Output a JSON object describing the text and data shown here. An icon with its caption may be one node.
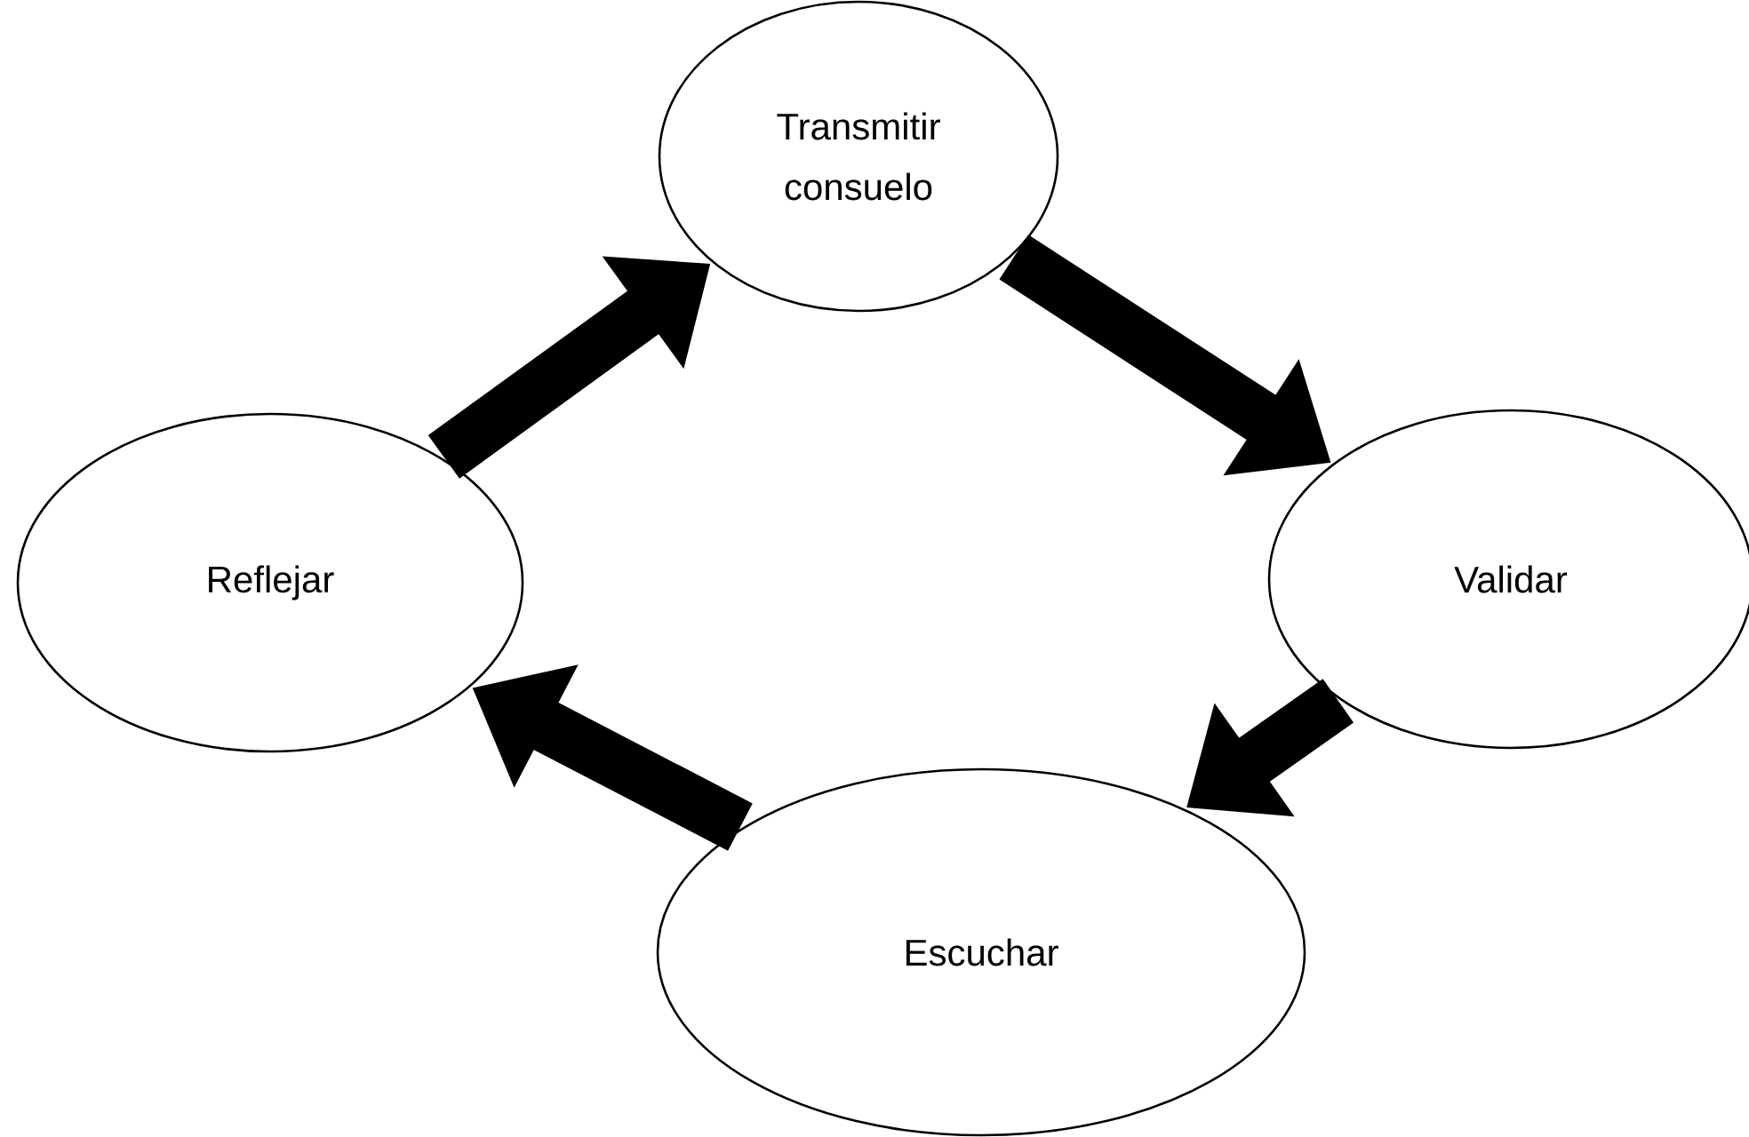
{
  "diagram": {
    "nodes": [
      {
        "text": [
          "Transmitir consuelo"
        ]
      },
      {
        "text": [
          "Validar"
        ]
      },
      {
        "text": [
          "Escuchar"
        ]
      },
      {
        "text": [
          "Reflejar"
        ]
      }
    ],
    "edges": [
      {
        "from": 3,
        "to": 0,
        "arrow": "to"
      },
      {
        "from": 0,
        "to": 1,
        "arrow": "to"
      },
      {
        "from": 1,
        "to": 2,
        "arrow": "to"
      },
      {
        "from": 2,
        "to": 3,
        "arrow": "to"
      }
    ]
  }
}
